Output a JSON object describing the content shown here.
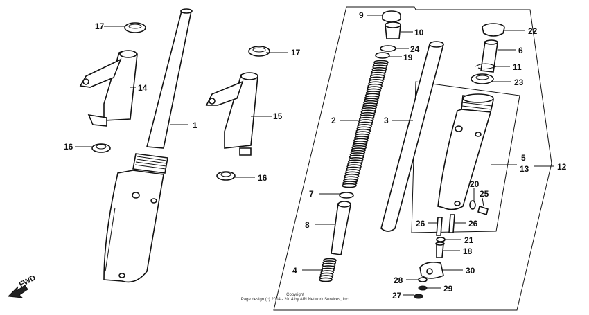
{
  "diagram": {
    "labels": {
      "l1": "1",
      "l2": "2",
      "l3": "3",
      "l4": "4",
      "l5": "5",
      "l6": "6",
      "l7": "7",
      "l8": "8",
      "l9": "9",
      "l10": "10",
      "l11": "11",
      "l12": "12",
      "l13": "13",
      "l14": "14",
      "l15": "15",
      "l16a": "16",
      "l16b": "16",
      "l17a": "17",
      "l17b": "17",
      "l18": "18",
      "l19": "19",
      "l20": "20",
      "l21": "21",
      "l22": "22",
      "l23": "23",
      "l24": "24",
      "l25": "25",
      "l26a": "26",
      "l26b": "26",
      "l27": "27",
      "l28": "28",
      "l29": "29",
      "l30": "30"
    },
    "fwd_label": "FWD",
    "copyright_line1": "Copyright",
    "copyright_line2": "Page design (c) 2004 - 2014 by ARI Network Services, Inc."
  }
}
